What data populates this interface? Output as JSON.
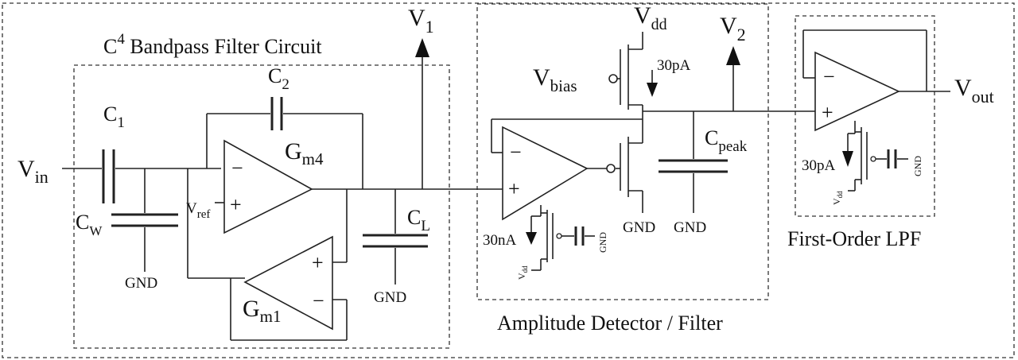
{
  "labels": {
    "vin_main": "V",
    "vin_sub": "in",
    "v1_main": "V",
    "v1_sub": "1",
    "v2_main": "V",
    "v2_sub": "2",
    "vout_main": "V",
    "vout_sub": "out",
    "vdd_main": "V",
    "vdd_sub": "dd",
    "vbias_main": "V",
    "vbias_sub": "bias",
    "vref_main": "V",
    "vref_sub": "ref",
    "c1_main": "C",
    "c1_sub": "1",
    "c2_main": "C",
    "c2_sub": "2",
    "cw_main": "C",
    "cw_sub": "W",
    "cl_main": "C",
    "cl_sub": "L",
    "cpeak_main": "C",
    "cpeak_sub": "peak",
    "gm4_main": "G",
    "gm4_sub": "m4",
    "gm1_main": "G",
    "gm1_sub": "m1",
    "gnd": "GND",
    "i_30pa": "30pA",
    "i_30na": "30nA",
    "vdd_small_main": "V",
    "vdd_small_sub": "dd",
    "minus": "−",
    "plus": "+"
  },
  "blocks": {
    "bandpass_title_prefix": "C",
    "bandpass_title_sup": "4",
    "bandpass_title_rest": " Bandpass Filter Circuit",
    "detector_title": "Amplitude Detector / Filter",
    "lpf_title": "First-Order LPF"
  }
}
